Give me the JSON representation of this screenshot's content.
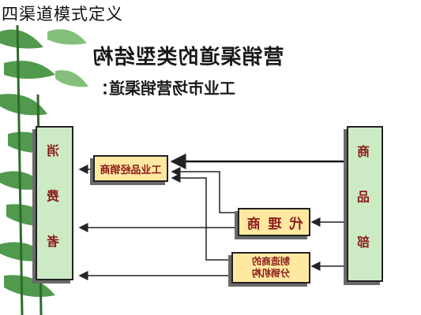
{
  "page": {
    "title": "四渠道模式定义"
  },
  "diagram": {
    "title": "营销渠道的类型结构",
    "subtitle": "工业市场营销渠道：",
    "nodes": {
      "producer": "商 品 部",
      "industrial_distributor": "工业品经销商",
      "agent": "代 理 商",
      "manufacturer_branch_line1": "制造商的",
      "manufacturer_branch_line2": "分销机构",
      "consumer": "消 费 者"
    }
  },
  "colors": {
    "box_green": "#ccebc4",
    "box_yellow": "#ffe9a0",
    "text_red": "#8b1a1a",
    "leaf_green": "#2e7d32"
  }
}
